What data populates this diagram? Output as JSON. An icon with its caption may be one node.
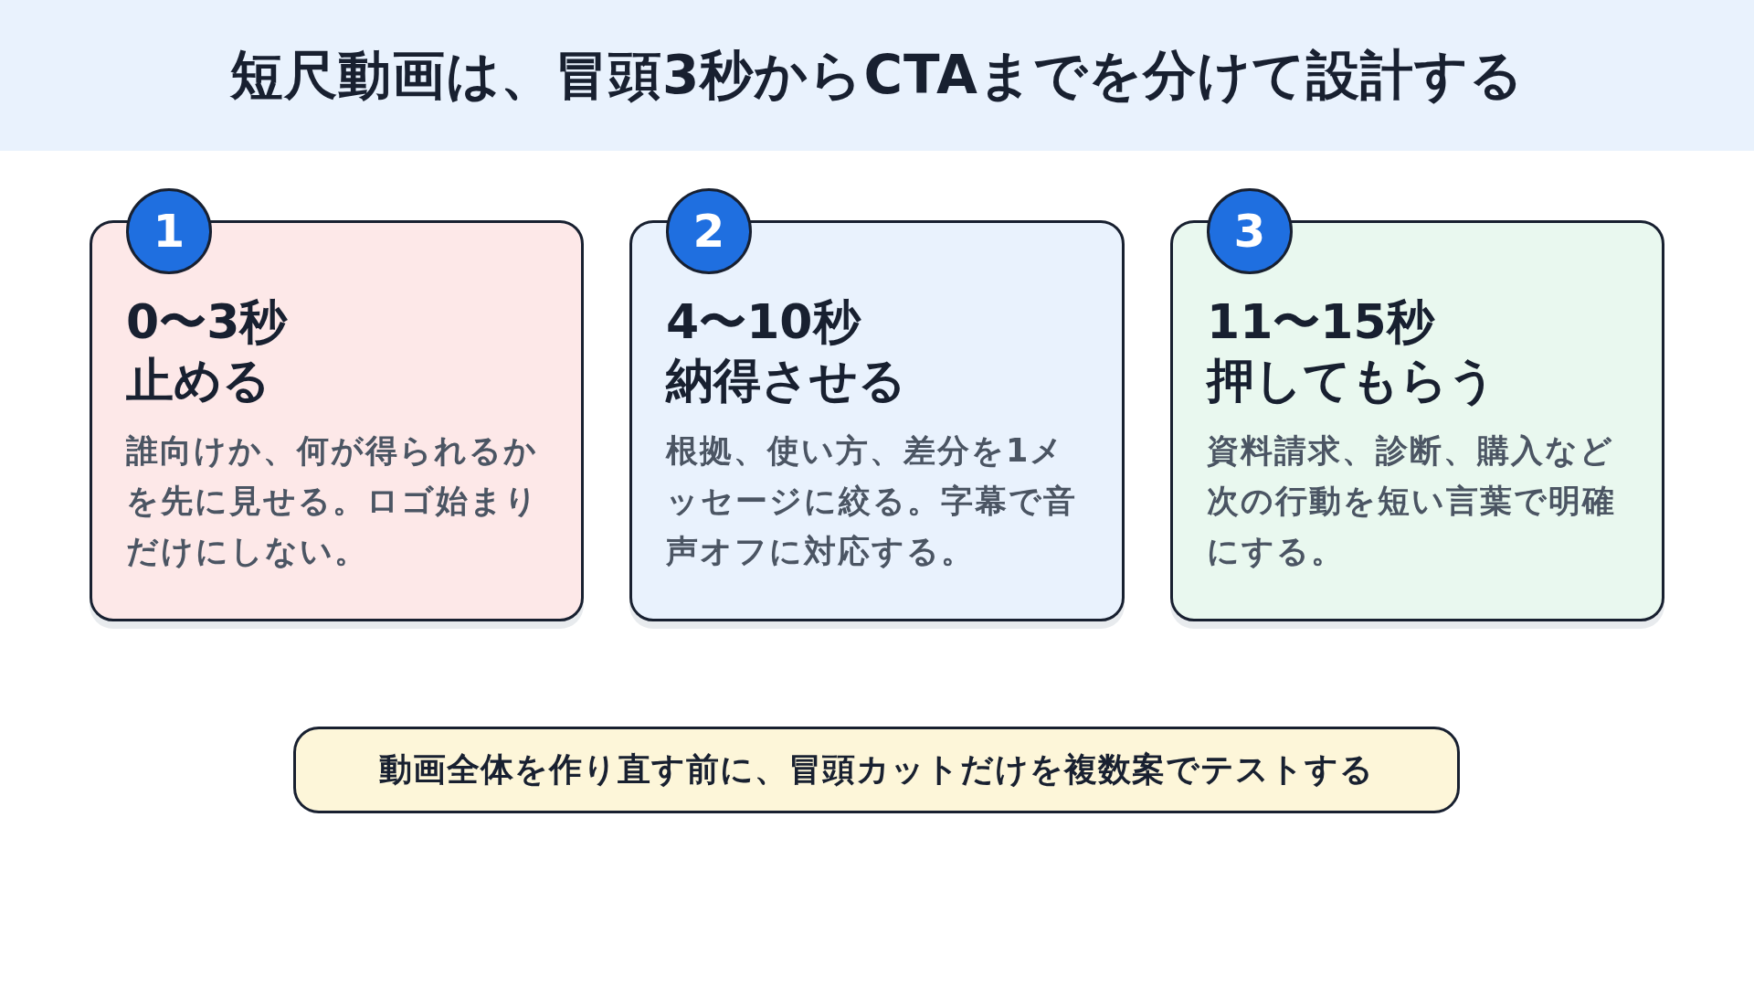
{
  "diagram": {
    "title": "短尺動画は、冒頭3秒からCTAまでを分けて設計する",
    "nodes": [
      {
        "text": [
          "1"
        ]
      },
      {
        "text": [
          "0〜3秒",
          "止める",
          "誰向けか、何が得られるかを先に見せる。ロゴ始まりだけにしない。"
        ]
      },
      {
        "text": [
          "2"
        ]
      },
      {
        "text": [
          "4〜10秒",
          "納得させる",
          "根拠、使い方、差分を1メッセージに絞る。字幕で音声オフに対応する。"
        ]
      },
      {
        "text": [
          "3"
        ]
      },
      {
        "text": [
          "11〜15秒",
          "押してもらう",
          "資料請求、診断、購入など次の行動を短い言葉で明確にする。"
        ]
      },
      {
        "text": [
          "動画全体を作り直す前に、冒頭カットだけを複数案でテストする"
        ]
      }
    ]
  }
}
